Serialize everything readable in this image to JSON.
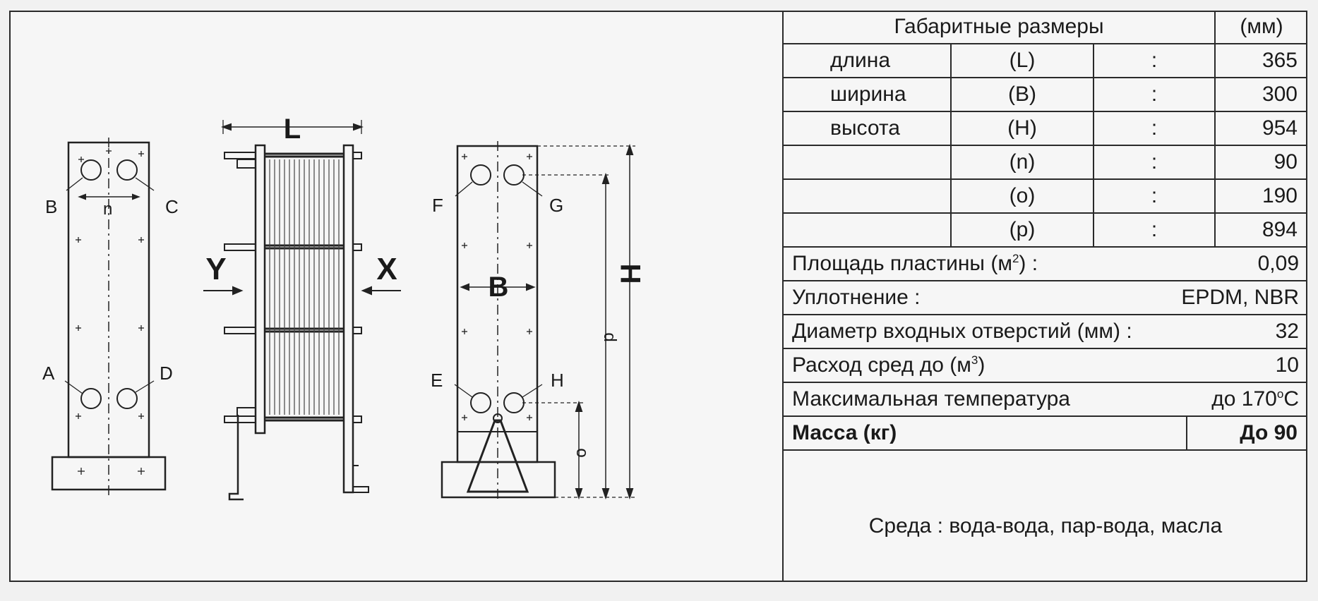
{
  "diagram": {
    "labels": {
      "B": "B",
      "C": "C",
      "n": "n",
      "A": "A",
      "D": "D",
      "L": "L",
      "Y": "Y",
      "X": "X",
      "F": "F",
      "G": "G",
      "E": "E",
      "H_port": "H",
      "B_width": "B",
      "p": "p",
      "o": "o",
      "H_height": "H"
    }
  },
  "table": {
    "header": {
      "title": "Габаритные размеры",
      "unit": "(мм)"
    },
    "dimensions": [
      {
        "name": "длина",
        "symbol": "(L)",
        "sep": ":",
        "value": "365"
      },
      {
        "name": "ширина",
        "symbol": "(B)",
        "sep": ":",
        "value": "300"
      },
      {
        "name": "высота",
        "symbol": "(H)",
        "sep": ":",
        "value": "954"
      },
      {
        "name": "",
        "symbol": "(n)",
        "sep": ":",
        "value": "90"
      },
      {
        "name": "",
        "symbol": "(o)",
        "sep": ":",
        "value": "190"
      },
      {
        "name": "",
        "symbol": "(p)",
        "sep": ":",
        "value": "894"
      }
    ],
    "plate_area": {
      "label": "Площадь  пластины  (м",
      "sup": "2",
      "label_end": ")  :",
      "value": "0,09"
    },
    "gasket": {
      "label": "Уплотнение :",
      "value": "EPDM,  NBR"
    },
    "inlet_diameter": {
      "label": "Диаметр  входных отверстий  (мм) :",
      "value": "32"
    },
    "flow": {
      "label": "Расход  сред  до  (м",
      "sup": "3",
      "label_end": ")",
      "value": "10"
    },
    "max_temp": {
      "label": "Максимальная  температура",
      "value": "до  170",
      "sup": "o",
      "unit": "C"
    },
    "mass": {
      "label": "Масса (кг)",
      "value": "До   90"
    },
    "media": "Среда  :  вода-вода,  пар-вода, масла"
  }
}
